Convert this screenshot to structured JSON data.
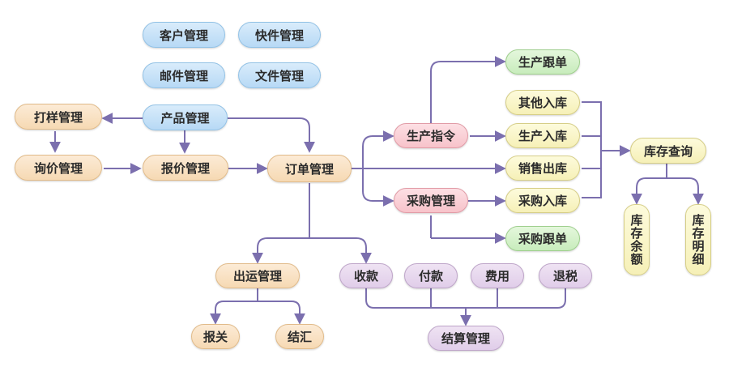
{
  "colors": {
    "connector": "#7b6fae"
  },
  "nodes": {
    "customer_mgmt": "客户管理",
    "express_mgmt": "快件管理",
    "mail_mgmt": "邮件管理",
    "file_mgmt": "文件管理",
    "sample_mgmt": "打样管理",
    "product_mgmt": "产品管理",
    "inquiry_mgmt": "询价管理",
    "quote_mgmt": "报价管理",
    "order_mgmt": "订单管理",
    "production_order": "生产指令",
    "purchase_mgmt": "采购管理",
    "production_tracking": "生产跟单",
    "other_inbound": "其他入库",
    "production_inbound": "生产入库",
    "sales_outbound": "销售出库",
    "purchase_inbound": "采购入库",
    "purchase_tracking": "采购跟单",
    "inventory_query": "库存查询",
    "inventory_balance": "库存余额",
    "inventory_detail": "库存明细",
    "shipping_mgmt": "出运管理",
    "receipt": "收款",
    "payment": "付款",
    "expense": "费用",
    "tax_refund": "退税",
    "customs": "报关",
    "exchange_settlement": "结汇",
    "settlement_mgmt": "结算管理"
  }
}
